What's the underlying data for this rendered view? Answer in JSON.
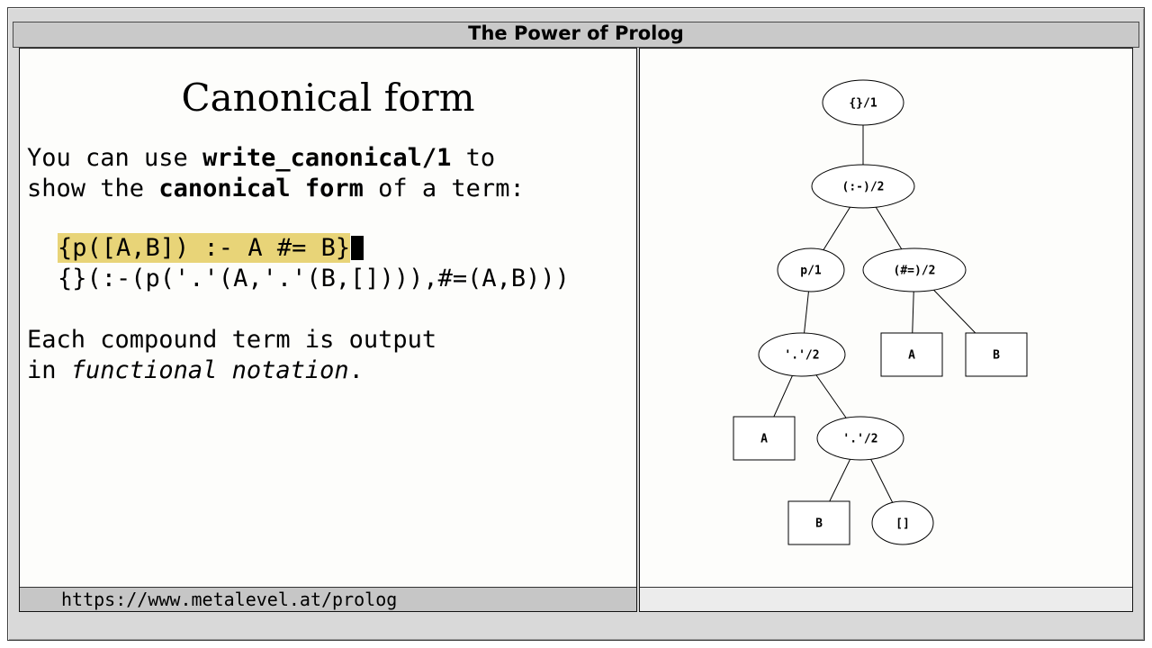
{
  "window": {
    "title": "The Power of Prolog",
    "status_url": "https://www.metalevel.at/prolog"
  },
  "slide": {
    "heading": "Canonical form",
    "intro": {
      "seg1": "You can use ",
      "seg2_bold": "write_canonical/1",
      "seg3": " to\nshow the ",
      "seg4_bold": "canonical form",
      "seg5": " of a term:"
    },
    "code": {
      "query": "{p([A,B]) :- A #= B}",
      "result": "{}(:-(p('.'(A,'.'(B,[]))),#=(A,B)))"
    },
    "outro": {
      "seg1": "Each compound term is output\nin ",
      "seg2_italic": "functional notation",
      "seg3": "."
    }
  },
  "colors": {
    "titlebar": "#c9c9c9",
    "query_highlight": "#e8d478",
    "tree_box_fill": "#7de3c1",
    "tree_nil_fill": "#e1f8f9"
  },
  "tree": {
    "nodes": {
      "root": "{}/1",
      "neck": "(:-)/2",
      "p": "p/1",
      "hasheq": "(#=)/2",
      "cons1": "'.'/2",
      "a1": "A",
      "b1": "B",
      "a2": "A",
      "cons2": "'.'/2",
      "b2": "B",
      "nil": "[]"
    }
  }
}
